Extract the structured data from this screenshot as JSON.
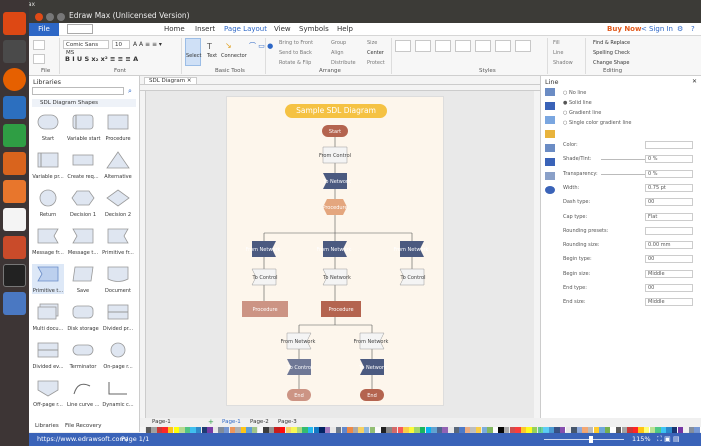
{
  "os": {
    "title": "EdrawMax"
  },
  "window": {
    "title": "Edraw Max (Unlicensed Version)"
  },
  "menu": {
    "file": "File",
    "home": "Home",
    "insert": "Insert",
    "page_layout": "Page Layout",
    "view": "View",
    "symbols": "Symbols",
    "help": "Help",
    "buy_now": "Buy Now",
    "sign_in": "Sign In"
  },
  "ribbon": {
    "font_name": "Comic Sans MS",
    "font_size": "10",
    "groups": {
      "file": "File",
      "font": "Font",
      "basic_tools": "Basic Tools",
      "arrange": "Arrange",
      "styles": "Styles",
      "editing": "Editing"
    },
    "tools": {
      "select": "Select",
      "text": "Text",
      "connector": "Connector"
    },
    "arrange": {
      "bring_front": "Bring to Front",
      "send_back": "Send to Back",
      "rotate_flip": "Rotate & Flip",
      "group": "Group",
      "align": "Align",
      "distribute": "Distribute",
      "size": "Size",
      "center": "Center",
      "protect": "Protect"
    },
    "fill": "Fill",
    "line": "Line",
    "shadow": "Shadow",
    "editing": {
      "find_replace": "Find & Replace",
      "spelling": "Spelling Check",
      "change_shape": "Change Shape"
    }
  },
  "libraries": {
    "title": "Libraries",
    "section": "SDL Diagram Shapes",
    "shapes": [
      "Start",
      "Variable start",
      "Procedure",
      "Variable pr...",
      "Create req...",
      "Alternative",
      "Return",
      "Decision 1",
      "Decision 2",
      "Message fr...",
      "Message t...",
      "Primitive fr...",
      "Primitive t...",
      "Save",
      "Document",
      "Multi docu...",
      "Disk storage",
      "Divided pr...",
      "Divided ev...",
      "Terminator",
      "On-page r...",
      "Off-page r...",
      "Line curve ...",
      "Dynamic c..."
    ],
    "tabs": {
      "libraries": "Libraries",
      "recovery": "File Recovery"
    }
  },
  "canvas": {
    "tab": "SDL Diagram",
    "title": "Sample SDL Diagram",
    "nodes": {
      "start": "Start",
      "from_control": "From Control",
      "to_network": "To Network",
      "procedure": "Procedure",
      "from_network": "From Network",
      "to_control": "To Control",
      "end": "End"
    }
  },
  "page_tabs": [
    "Page-1",
    "Page-1",
    "Page-2",
    "Page-3"
  ],
  "line_panel": {
    "title": "Line",
    "options": [
      "No line",
      "Solid line",
      "Gradient line",
      "Single color gradient line"
    ],
    "props": [
      {
        "label": "Color:",
        "value": ""
      },
      {
        "label": "Shade/Tint:",
        "value": "0 %"
      },
      {
        "label": "Transparency:",
        "value": "0 %"
      },
      {
        "label": "Width:",
        "value": "0.75 pt"
      },
      {
        "label": "Dash type:",
        "value": "00"
      },
      {
        "label": "Cap type:",
        "value": "Flat"
      },
      {
        "label": "Rounding presets:",
        "value": ""
      },
      {
        "label": "Rounding size:",
        "value": "0.00 mm"
      },
      {
        "label": "Begin type:",
        "value": "00"
      },
      {
        "label": "Begin size:",
        "value": "Middle"
      },
      {
        "label": "End type:",
        "value": "00"
      },
      {
        "label": "End size:",
        "value": "Middle"
      }
    ]
  },
  "status": {
    "url": "https://www.edrawsoft.com/",
    "page": "Page 1/1",
    "zoom": "115%"
  }
}
